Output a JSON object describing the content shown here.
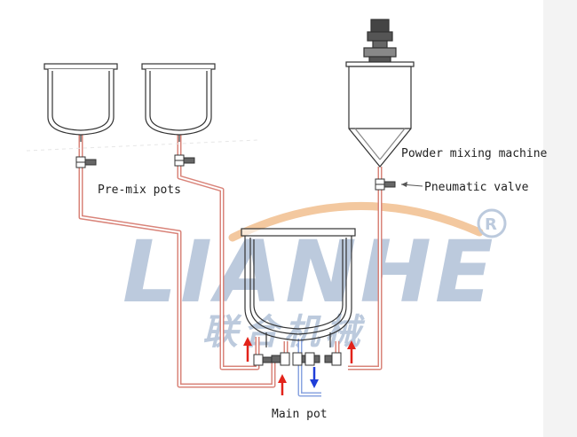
{
  "labels": {
    "premix": "Pre-mix pots",
    "powder": "Powder mixing machine",
    "pneumatic": "Pneumatic valve",
    "mainpot": "Main pot"
  },
  "watermark": {
    "brand": "LIANHE",
    "chinese": "联合机械",
    "registered": "®"
  },
  "colors": {
    "pipe": "#d9847a",
    "pipe_inner": "#ffffff",
    "flow_in": "#e2231a",
    "flow_out": "#1f3ed8",
    "logo_blue": "#b9c8dc",
    "logo_arc": "#f3c69a",
    "line": "#333333"
  }
}
